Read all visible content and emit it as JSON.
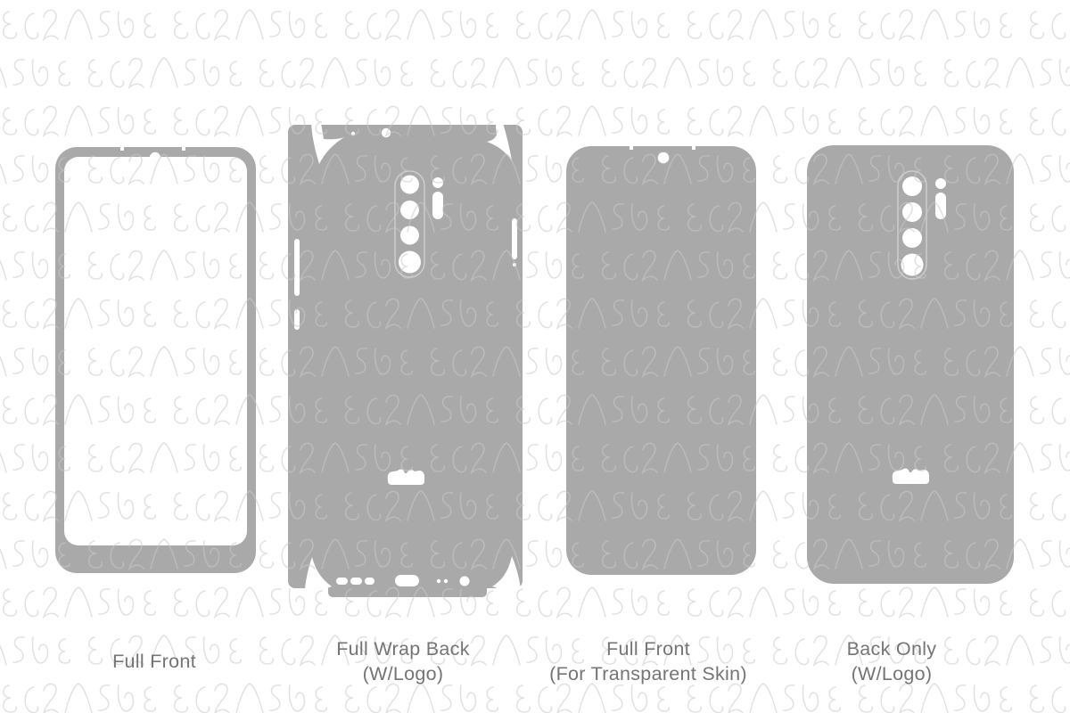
{
  "sheet": {
    "background_color": "#ffffff",
    "watermark_text": "VECRAS"
  },
  "colors": {
    "skin_gray": "#a9a9a9",
    "cutout_white": "#ffffff",
    "camera_ring": "#cdcdcd",
    "watermark_line": "#c9c9c9",
    "label_text": "#757575"
  },
  "templates": [
    {
      "label_line1": "Full Front",
      "label_line2": "",
      "features": [
        "screen-frame",
        "teardrop-notch",
        "camera-hole-cutout",
        "alignment-notches"
      ]
    },
    {
      "label_line1": "Full Wrap Back",
      "label_line2": "(W/Logo)",
      "features": [
        "side-wrap-flaps",
        "top-flap",
        "bottom-flap",
        "corner-ear-notches",
        "camera-lens-cutouts",
        "flash-cutout",
        "logo-cutout",
        "button-slot-cutouts",
        "usb-port-cutout",
        "speaker-hole-cutout"
      ]
    },
    {
      "label_line1": "Full Front",
      "label_line2": "(For Transparent Skin)",
      "features": [
        "full-cover-front",
        "camera-hole-cutout",
        "alignment-notches"
      ]
    },
    {
      "label_line1": "Back Only",
      "label_line2": "(W/Logo)",
      "features": [
        "back-cover",
        "camera-lens-cutouts",
        "flash-cutout",
        "logo-cutout"
      ]
    }
  ]
}
